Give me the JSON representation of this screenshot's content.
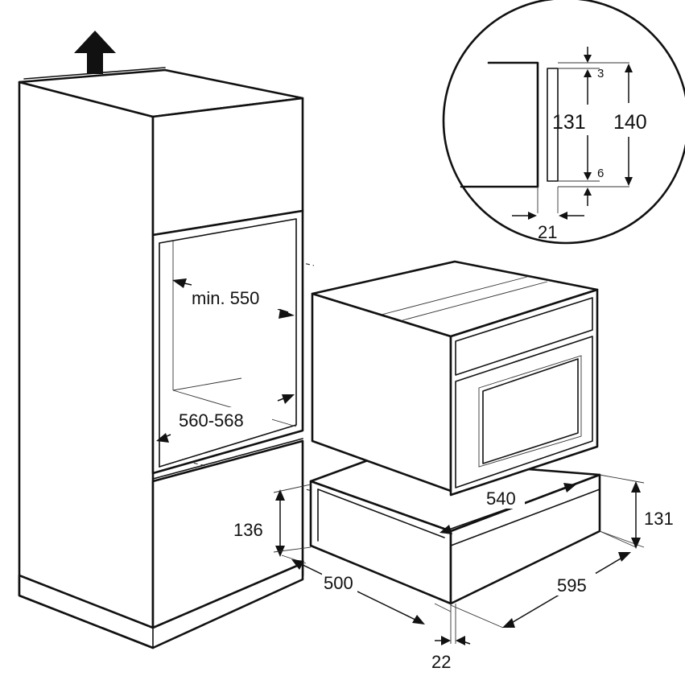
{
  "labels": {
    "min_width": "min. 550",
    "height_range": "560-568",
    "drawer_height_left": "136",
    "drawer_depth": "500",
    "drawer_front_offset": "22",
    "drawer_inner_width": "540",
    "drawer_width": "595",
    "drawer_height_right": "131",
    "detail_gap_top": "3",
    "detail_inner_height": "131",
    "detail_total_height": "140",
    "detail_gap_bottom": "6",
    "detail_width": "21"
  },
  "icons": {
    "up_arrow": "up-arrow-icon"
  }
}
